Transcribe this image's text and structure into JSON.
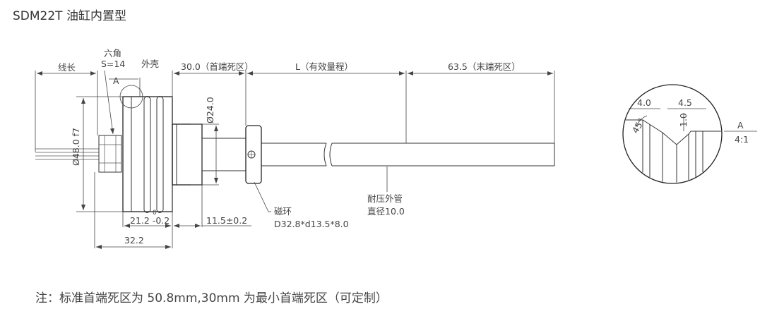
{
  "title": "SDM22T 油缸内置型",
  "note": "注：标准首端死区为 50.8mm,30mm 为最小首端死区（可定制）",
  "labels": {
    "hex_line1": "六角",
    "hex_line2": "S=14",
    "housing": "外壳",
    "cable_length": "线长",
    "detail_ref": "A",
    "dia_48": "Ø48.0  f7",
    "dia_24": "Ø24.0",
    "null_zone": "30.0（首端死区）",
    "stroke": "L（有效量程）",
    "dead_zone": "63.5（末端死区）",
    "dim_21_2": "21.2 -0.2",
    "dim_21_2_tol": "0",
    "dim_11_5": "11.5±0.2",
    "dim_32_2": "32.2",
    "magnet_name": "磁环",
    "magnet_spec": "D32.8*d13.5*8.0",
    "tube_line1": "耐压外管",
    "tube_line2": "直径10.0",
    "detail_4_0": "4.0",
    "detail_4_5": "4.5",
    "detail_45": "45°",
    "detail_1_0": "1.0",
    "detail_A": "A",
    "detail_scale": "4:1"
  }
}
